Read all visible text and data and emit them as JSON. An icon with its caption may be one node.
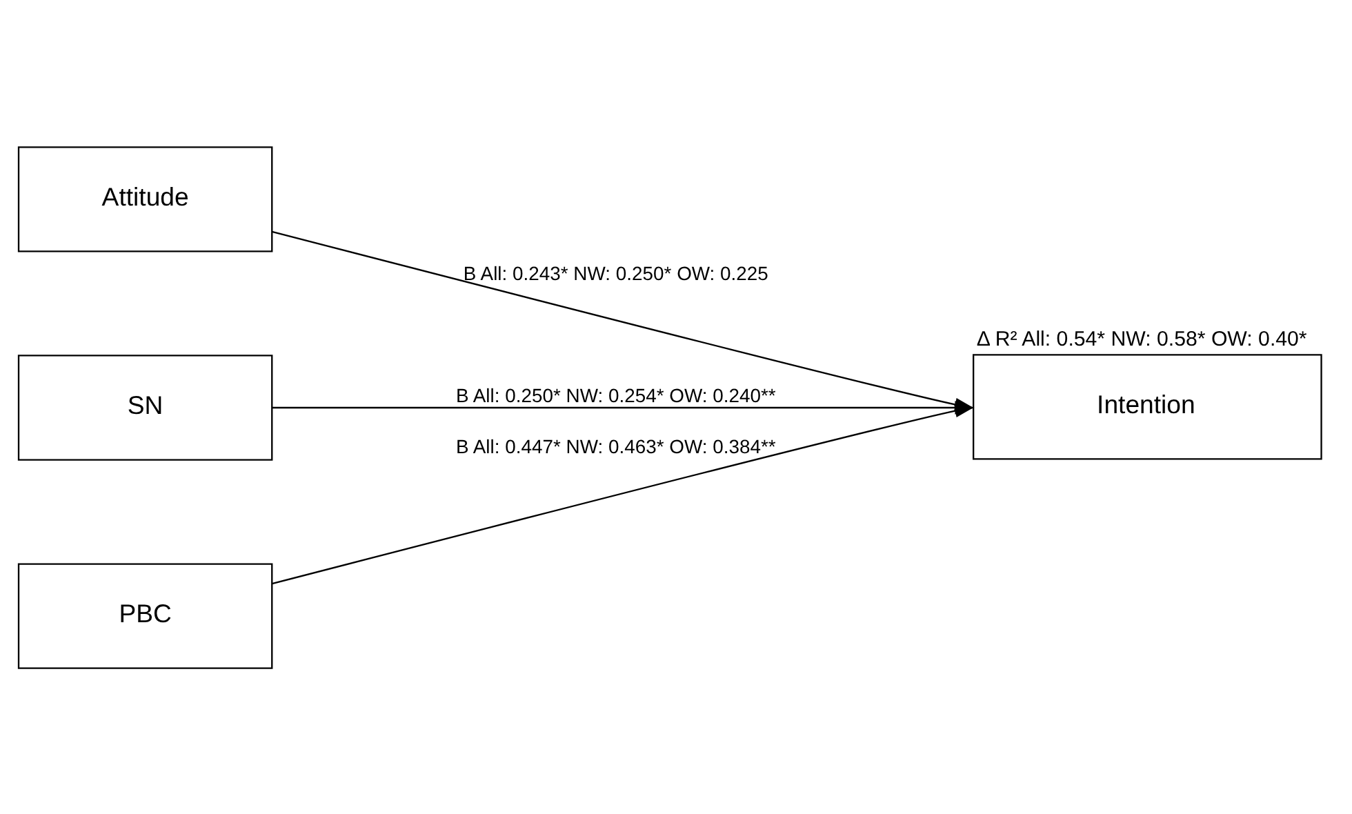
{
  "diagram": {
    "nodes": [
      {
        "text": [
          "Attitude"
        ]
      },
      {
        "text": [
          "SN"
        ]
      },
      {
        "text": [
          "PBC"
        ]
      },
      {
        "text": [
          "Intention"
        ],
        "beside": [
          "Δ R² All: 0.54* NW: 0.58* OW: 0.40*"
        ]
      }
    ],
    "edges": [
      {
        "from": 0,
        "to": 3,
        "arrow": "to",
        "label": "B All: 0.243* NW: 0.250* OW: 0.225"
      },
      {
        "from": 1,
        "to": 3,
        "arrow": "to",
        "label": "B All: 0.250* NW: 0.254* OW: 0.240**"
      },
      {
        "from": 2,
        "to": 3,
        "arrow": "to",
        "label": "B All: 0.447* NW: 0.463* OW: 0.384**"
      }
    ]
  }
}
